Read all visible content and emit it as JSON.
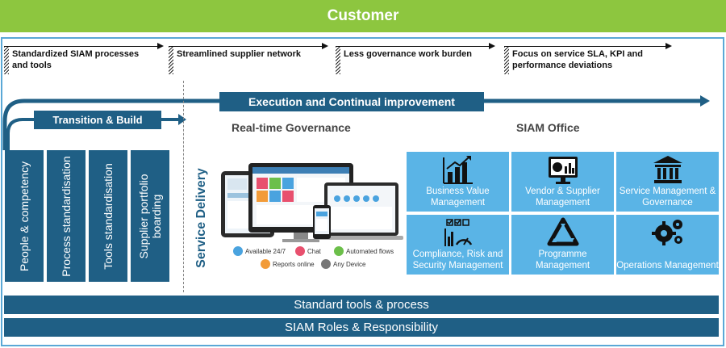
{
  "header": {
    "title": "Customer"
  },
  "benefits": [
    "Standardized SIAM processes and tools",
    "Streamlined supplier network",
    "Less governance work burden",
    "Focus on  service SLA, KPI and performance deviations"
  ],
  "flows": {
    "execution": "Execution and Continual improvement",
    "transition": "Transition & Build"
  },
  "pillars": [
    "People & competency",
    "Process standardisation",
    "Tools standardisation",
    "Supplier  portfolio boarding"
  ],
  "governance": {
    "title": "Real-time Governance",
    "vertical_label": "Service Delivery",
    "features": [
      {
        "label": "Available 24/7",
        "color": "#4aa3df"
      },
      {
        "label": "Chat",
        "color": "#e8506e"
      },
      {
        "label": "Automated flows",
        "color": "#6cbf4a"
      },
      {
        "label": "Reports online",
        "color": "#f29b38"
      },
      {
        "label": "Any Device",
        "color": "#777777"
      }
    ]
  },
  "siam_office": {
    "title": "SIAM Office",
    "tiles": [
      {
        "label": "Business Value Management",
        "icon": "bar-chart-growth-icon"
      },
      {
        "label": "Vendor & Supplier Management",
        "icon": "monitor-dashboard-icon"
      },
      {
        "label": "Service Management & Governance",
        "icon": "building-columns-icon"
      },
      {
        "label": "Compliance, Risk and Security Management",
        "icon": "checklist-gauge-icon"
      },
      {
        "label": "Programme Management",
        "icon": "recycle-triangle-icon"
      },
      {
        "label": "Operations Management",
        "icon": "gears-icon"
      }
    ]
  },
  "foundation": {
    "tools": "Standard tools & process",
    "roles": "SIAM Roles & Responsibility"
  }
}
